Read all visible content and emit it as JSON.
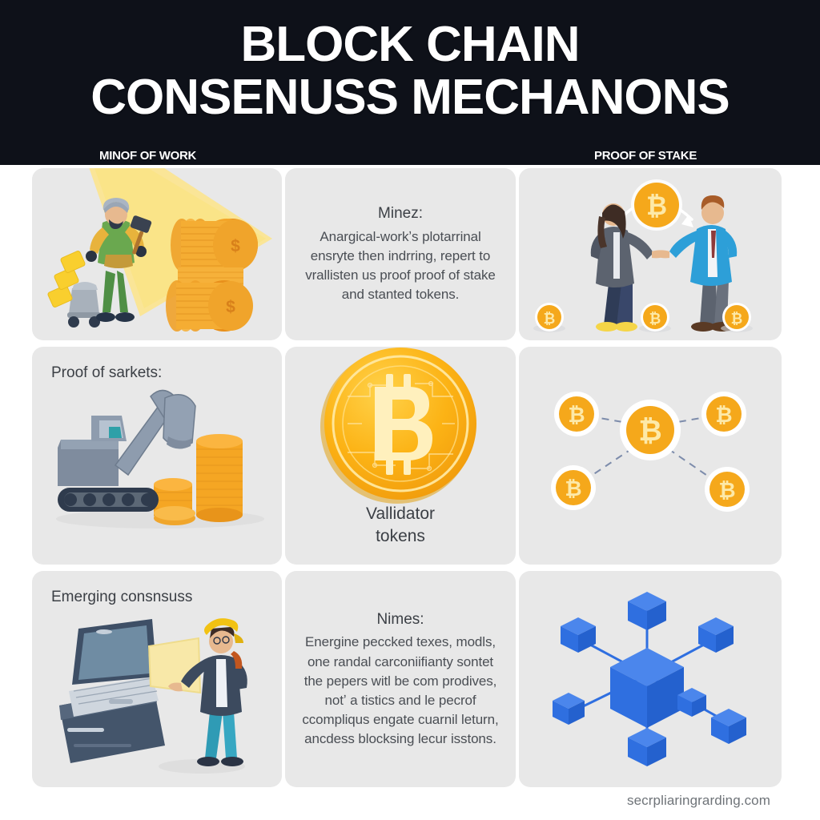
{
  "header": {
    "title_line1": "BLOCK CHAIN",
    "title_line2": "CONSENUSS MECHANONS",
    "label_left": "MINOF OF WORK",
    "label_right": "PROOF OF STAKE",
    "background_color": "#0e1119",
    "text_color": "#ffffff"
  },
  "panels": {
    "r1c1": {
      "name": "miner-with-coins-illustration",
      "art": "miner-hammer-coins"
    },
    "r1c2": {
      "heading": "Minez:",
      "body": "Anargical-workʼs plotarrinal ensryte then indrring, repert to vrallisten us proof proof of stake and stanted tokens."
    },
    "r1c3": {
      "name": "people-exchange-bitcoin-illustration",
      "art": "two-people-bitcoin"
    },
    "r2c1": {
      "title": "Proof of sarkets:",
      "art": "excavator-coins"
    },
    "r2c2": {
      "caption": "Vallidator\ntokens",
      "caption_line1": "Vallidator",
      "caption_line2": "tokens",
      "art": "big-bitcoin-coin"
    },
    "r2c3": {
      "name": "bitcoin-node-network-illustration",
      "art": "bitcoin-network"
    },
    "r3c1": {
      "title": "Emerging consnsuss",
      "art": "laptop-person-sheet"
    },
    "r3c2": {
      "heading": "Nimes:",
      "body": "Energine peccked texes, modls, one randal carconiifianty sontet the pepers witl be com prodives, notʼ a tistics and le pecrof ccompliqus engate cuarnil leturn, ancdess blocksing lecur isstons."
    },
    "r3c3": {
      "name": "blockchain-cubes-illustration",
      "art": "blue-blocks-network"
    }
  },
  "footer": {
    "website": "secrpliaringrarding.com"
  },
  "colors": {
    "panel_bg": "#e8e8e8",
    "page_bg": "#ffffff",
    "header_bg": "#0e1119",
    "coin_gold": "#f5a623",
    "coin_gold_light": "#fdc21c",
    "bitcoin_orange": "#f7a81b",
    "block_blue": "#2f6fe0",
    "machine_gray": "#7d8a9b",
    "highlight_yellow": "#fbe08a"
  }
}
